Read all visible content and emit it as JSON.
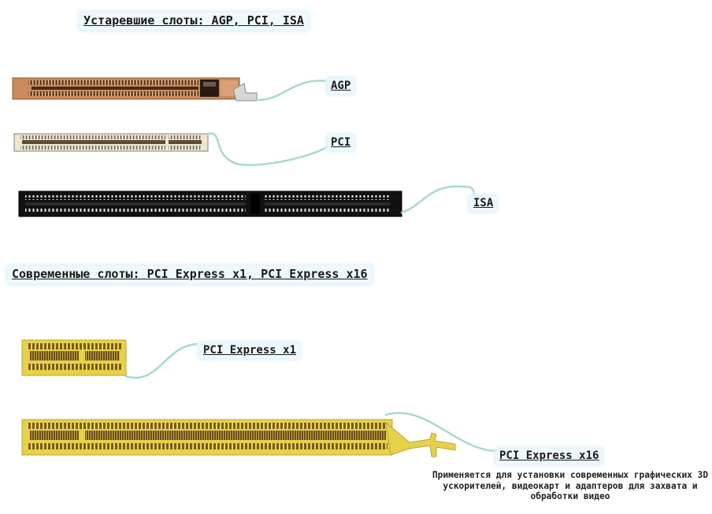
{
  "headings": {
    "legacy": "Устаревшие слоты: AGP, PCI, ISA",
    "modern": "Современные слоты: PCI Express x1, PCI Express x16"
  },
  "labels": {
    "agp": "AGP",
    "pci": "PCI",
    "isa": "ISA",
    "pcie_x1": "PCI Express x1",
    "pcie_x16": "PCI Express x16"
  },
  "note": "Применяется для установки современных графических 3D ускорителей, видеокарт и адаптеров для захвата и обработки видео",
  "colors": {
    "agp_body": "#c98b5c",
    "pci_body": "#ece6d6",
    "isa_body": "#111111",
    "pcie_body": "#e6d24a",
    "connector": "#a8d8d0",
    "label_bg": "#eef8ff"
  }
}
